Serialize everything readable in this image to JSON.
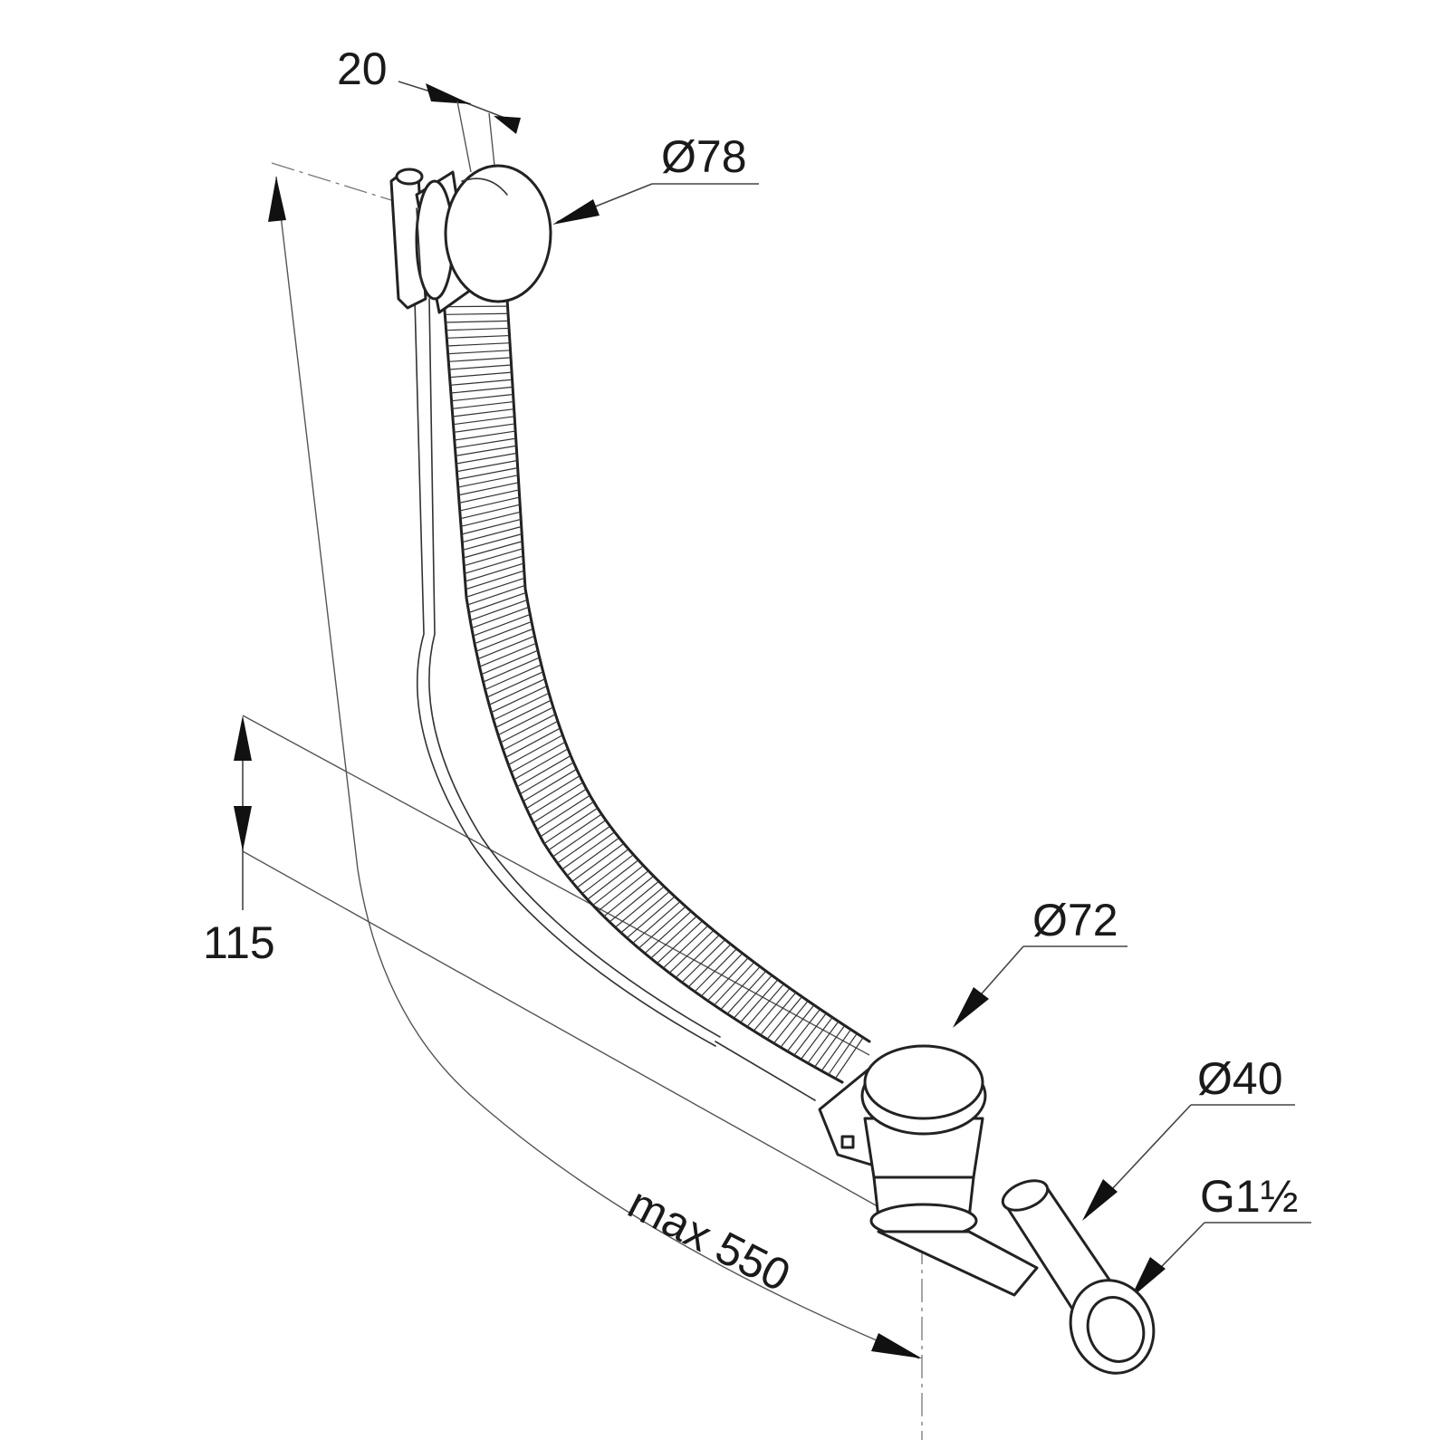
{
  "dimensions": {
    "width_20": "20",
    "diam_78": "Ø78",
    "height_115": "115",
    "diam_72": "Ø72",
    "diam_40": "Ø40",
    "thread": "G1½",
    "max_length": "max 550"
  },
  "colors": {
    "line": "#222222",
    "background": "#ffffff"
  }
}
